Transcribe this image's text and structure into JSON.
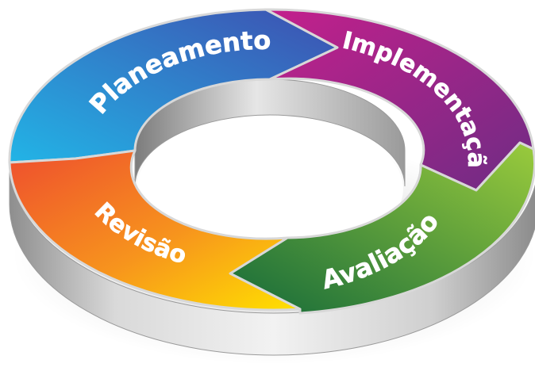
{
  "diagram": {
    "segments": [
      {
        "id": "planeamento",
        "label": "Planeamento",
        "color_start": "#29A9E0",
        "color_end": "#3B5BB5"
      },
      {
        "id": "implementacao",
        "label": "Implementação",
        "color_start": "#C0208A",
        "color_end": "#7A2A86"
      },
      {
        "id": "avaliacao",
        "label": "Avaliação",
        "color_start": "#8CC63F",
        "color_end": "#1E6B34"
      },
      {
        "id": "revisao",
        "label": "Revisão",
        "color_start": "#F15A29",
        "color_end": "#FFD200"
      }
    ]
  }
}
